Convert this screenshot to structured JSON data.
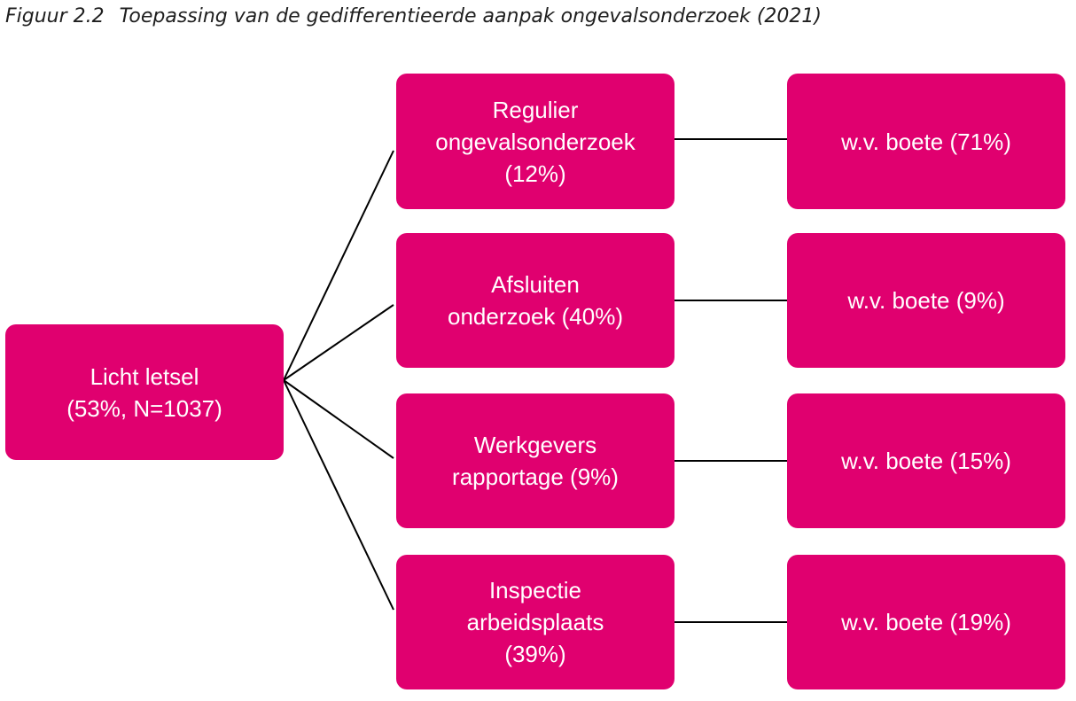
{
  "caption": {
    "number": "Figuur 2.2",
    "title": "Toepassing van de gedifferentieerde aanpak ongevalsonderzoek (2021)"
  },
  "root": {
    "lines": [
      "Licht letsel",
      "(53%, N=1037)"
    ]
  },
  "branches": [
    {
      "lines": [
        "Regulier",
        "ongevalsonderzoek",
        "(12%)"
      ],
      "result": "w.v. boete (71%)"
    },
    {
      "lines": [
        "Afsluiten",
        "onderzoek (40%)"
      ],
      "result": "w.v. boete (9%)"
    },
    {
      "lines": [
        "Werkgevers",
        "rapportage (9%)"
      ],
      "result": "w.v. boete (15%)"
    },
    {
      "lines": [
        "Inspectie",
        "arbeidsplaats",
        "(39%)"
      ],
      "result": "w.v. boete (19%)"
    }
  ],
  "colors": {
    "box_fill": "#e0006f",
    "box_text": "#ffffff",
    "connector": "#000000"
  }
}
